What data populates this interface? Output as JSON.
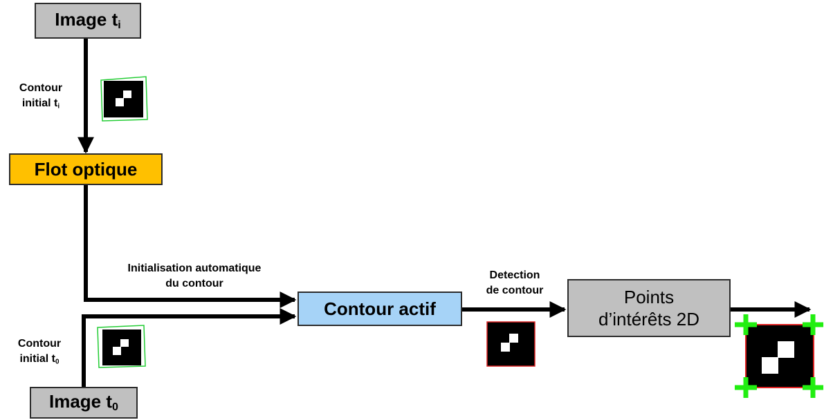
{
  "boxes": {
    "image_ti": {
      "text": "Image t",
      "sub": "i",
      "fill": "#c0c0c0"
    },
    "flot": {
      "text": "Flot optique",
      "fill": "#ffc000"
    },
    "contour_actif": {
      "text": "Contour actif",
      "fill": "#a6d3f7"
    },
    "points": {
      "line1": "Points",
      "line2": "d’intérêts 2D",
      "fill": "#c0c0c0"
    },
    "image_t0": {
      "text": "Image t",
      "sub": "0",
      "fill": "#c0c0c0"
    }
  },
  "labels": {
    "contour_initial_ti": {
      "line1": "Contour",
      "line2": "initial t",
      "sub": "i"
    },
    "init_auto": {
      "line1": "Initialisation automatique",
      "line2": "du contour"
    },
    "detection": {
      "line1": "Detection",
      "line2": "de contour"
    },
    "contour_initial_t0": {
      "line1": "Contour",
      "line2": "initial t",
      "sub": "0"
    }
  },
  "colors": {
    "contour_green": "#22cc33",
    "detected_red": "#dd2222",
    "marker_green": "#22ee11"
  }
}
